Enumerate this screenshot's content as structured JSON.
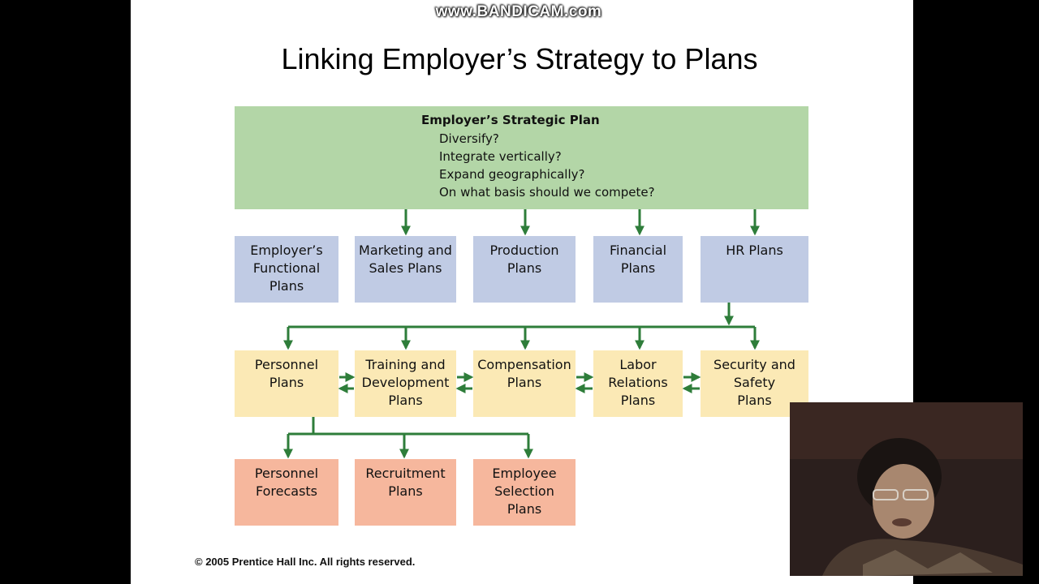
{
  "watermark": "www.BANDICAM.com",
  "title": "Linking Employer’s Strategy to Plans",
  "strategic_plan": {
    "heading": "Employer’s Strategic Plan",
    "questions": [
      "Diversify?",
      "Integrate vertically?",
      "Expand geographically?",
      "On what basis should we compete?"
    ]
  },
  "functional_plans": [
    "Employer’s\nFunctional\nPlans",
    "Marketing and\nSales Plans",
    "Production\nPlans",
    "Financial\nPlans",
    "HR Plans"
  ],
  "hr_plans": [
    "Personnel\nPlans",
    "Training and\nDevelopment\nPlans",
    "Compensation\nPlans",
    "Labor\nRelations\nPlans",
    "Security and\nSafety\nPlans"
  ],
  "personnel_plans": [
    "Personnel\nForecasts",
    "Recruitment\nPlans",
    "Employee\nSelection\nPlans"
  ],
  "copyright": "© 2005 Prentice Hall Inc. All rights reserved.",
  "colors": {
    "strategic": "#b3d6a7",
    "functional": "#c0cbe4",
    "hr": "#fbe9b5",
    "personnel": "#f6b79d",
    "arrow": "#2e7d3a"
  }
}
